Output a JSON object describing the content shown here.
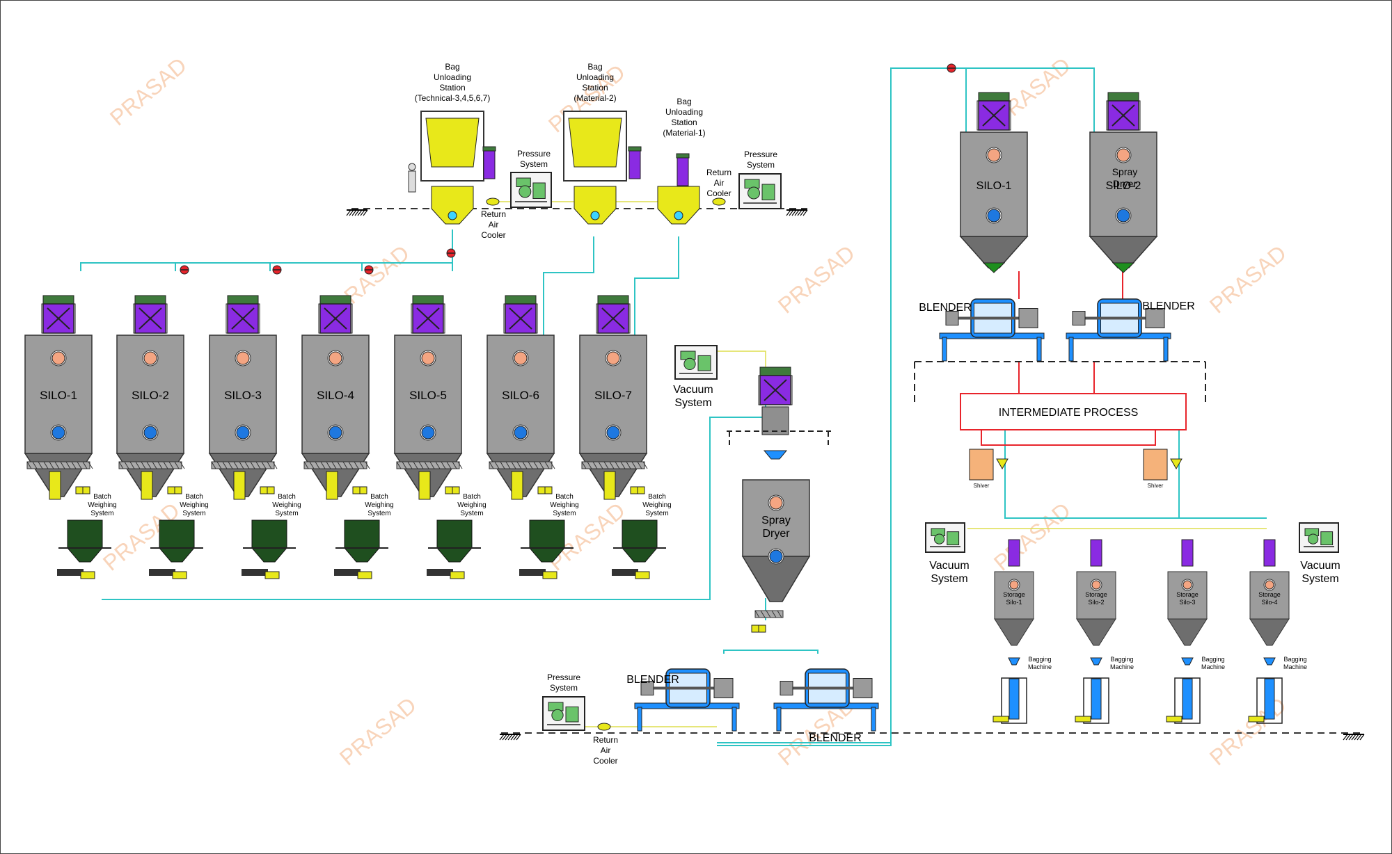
{
  "watermark": "PRASAD",
  "colors": {
    "pipe": "#2ec4c4",
    "signal": "#ffff66",
    "red_line": "#e8242b",
    "silo_body": "#9c9c9c",
    "silo_dark": "#6e6e6e",
    "filter_green": "#3f7a3c",
    "filter_purple": "#8a2be2",
    "yellow_equipment": "#e8e81a",
    "blender_blue": "#1e90ff",
    "equipment_green": "#1f4f1f",
    "pink_port": "#f4a582",
    "blue_port": "#1e78e0",
    "shiver_orange": "#f5b27a"
  },
  "bag_stations": [
    {
      "title": [
        "Bag",
        "Unloading",
        "Station",
        "(Technical-3,4,5,6,7)"
      ]
    },
    {
      "title": [
        "Bag",
        "Unloading",
        "Station",
        "(Material-2)"
      ]
    },
    {
      "title": [
        "Bag",
        "Unloading",
        "Station",
        "(Material-1)"
      ]
    }
  ],
  "pressure_system_label": [
    "Pressure",
    "System"
  ],
  "return_air_cooler_label": [
    "Return",
    "Air",
    "Cooler"
  ],
  "silos_left": [
    "SILO-1",
    "SILO-2",
    "SILO-3",
    "SILO-4",
    "SILO-5",
    "SILO-6",
    "SILO-7"
  ],
  "batch_weighing_label": [
    "Batch",
    "Weighing",
    "System"
  ],
  "vacuum_system_label": [
    "Vacuum",
    "System"
  ],
  "spray_dryer_label": [
    "Spray",
    "Dryer"
  ],
  "blender_label": "BLENDER",
  "right_silos": {
    "silo1": "SILO-1",
    "silo2_primary": "SILO-2",
    "silo2_overlap": [
      "Spray",
      "Dryer"
    ]
  },
  "intermediate_process": "INTERMEDIATE PROCESS",
  "shiver_label": "Shiver",
  "storage_silos": [
    [
      "Storage",
      "Silo-1"
    ],
    [
      "Storage",
      "Silo-2"
    ],
    [
      "Storage",
      "Silo-3"
    ],
    [
      "Storage",
      "Silo-4"
    ]
  ],
  "bagging_machine_label": [
    "Bagging",
    "Machine"
  ]
}
